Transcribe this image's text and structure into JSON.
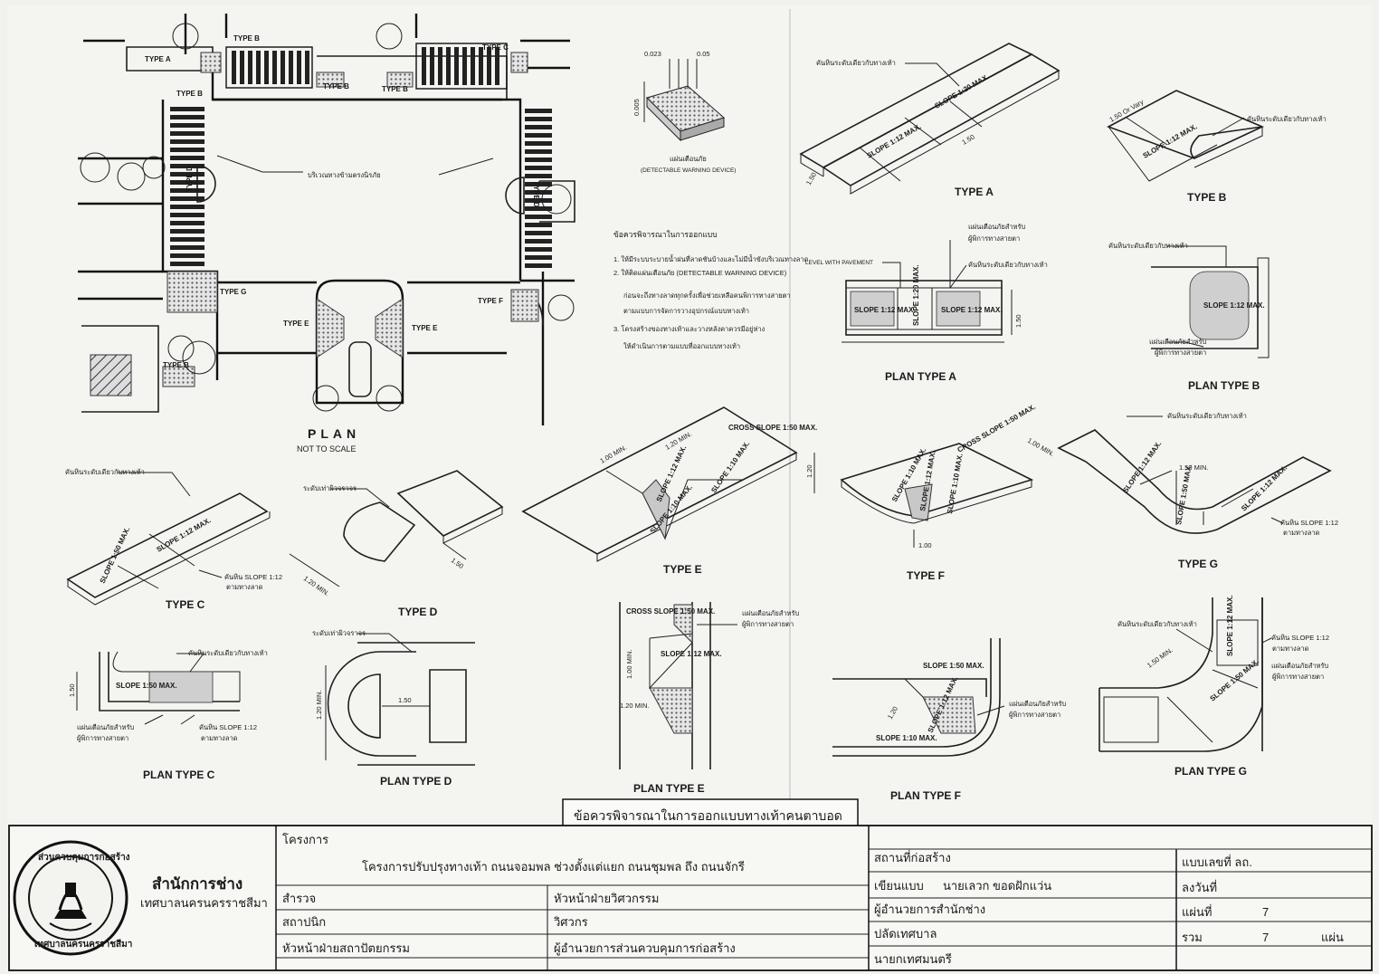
{
  "plan": {
    "title": "PLAN",
    "subtitle": "NOT TO SCALE",
    "crossing_label": "บริเวณทางข้ามตรงนิรภัย",
    "types": {
      "a": "TYPE A",
      "b": "TYPE B",
      "c": "TYPE C",
      "d": "TYPE D",
      "e": "TYPE E",
      "f": "TYPE F",
      "g": "TYPE G"
    }
  },
  "tile": {
    "dim1": "0.023",
    "dim2": "0.05",
    "dim3": "0.005",
    "caption_th": "แผ่นเตือนภัย",
    "caption_en": "(DETECTABLE WARNING DEVICE)"
  },
  "notes": {
    "heading": "ข้อควรพิจารณาในการออกแบบ",
    "items": [
      "1. ให้มีระบบระบายน้ำฝนที่ลาดชันบ้างและไม่มีน้ำขังบริเวณทางลาด",
      "2. ให้ติดแผ่นเตือนภัย (DETECTABLE WARNING DEVICE)",
      "ก่อนจะถึงทางลาดทุกครั้งเพื่อช่วยเหลือคนพิการทางสายตา",
      "ตามแบบการจัดการวางอุปกรณ์แบบทางเท้า",
      "3. โครงสร้างของทางเท้าและวางหลังคาควรมีอยู่ห่าง",
      "ให้ดำเนินการตามแบบที่ออกแบบทางเท้า"
    ]
  },
  "labels": {
    "curb_level": "คันหินระดับเดียวกับทางเท้า",
    "road_level": "ระดับเท่าผิวจราจร",
    "warning_tile": "แผ่นเตือนภัยสำหรับ",
    "warning_tile2": "ผู้พิการทางสายตา",
    "curb_slope": "คันหิน SLOPE 1:12",
    "curb_slope2": "ตามทางลาด",
    "level_with_pavement": "LEVEL WITH PAVEMENT",
    "slope_12": "SLOPE 1:12 MAX.",
    "slope_50": "SLOPE 1:50 MAX.",
    "slope_10": "SLOPE 1:10 MAX.",
    "slope_20": "SLOPE 1:20 MAX.",
    "cross_slope": "CROSS SLOPE 1:50 MAX.",
    "dim_150": "1.50",
    "dim_120": "1.20",
    "dim_100": "1.00",
    "dim_150min": "1.50 MIN.",
    "dim_120min": "1.20 MIN.",
    "dim_100min": "1.00 MIN.",
    "or_vary": "1.50 Or Vary"
  },
  "captions": {
    "type_a": "TYPE A",
    "type_b": "TYPE B",
    "type_c": "TYPE C",
    "type_d": "TYPE D",
    "type_e": "TYPE E",
    "type_f": "TYPE F",
    "type_g": "TYPE G",
    "plan_a": "PLAN TYPE A",
    "plan_b": "PLAN TYPE B",
    "plan_c": "PLAN TYPE C",
    "plan_d": "PLAN TYPE D",
    "plan_e": "PLAN TYPE E",
    "plan_f": "PLAN TYPE F",
    "plan_g": "PLAN TYPE G"
  },
  "sheet_title": "ข้อควรพิจารณาในการออกแบบทางเท้าคนตาบอด",
  "title_block": {
    "seal_text_top": "ส่วนควบคุมการก่อสร้าง",
    "seal_text_bottom": "เทศบาลนครนครราชสีมา",
    "office": "สำนักการช่าง",
    "municipality": "เทศบาลนครนครราชสีมา",
    "project_label": "โครงการ",
    "project_name": "โครงการปรับปรุงทางเท้า ถนนจอมพล ช่วงตั้งแต่แยก ถนนชุมพล ถึง ถนนจักรี",
    "survey": "สำรวจ",
    "architect": "สถาปนิก",
    "arch_head": "หัวหน้าฝ่ายสถาปัตยกรรม",
    "eng_head": "หัวหน้าฝ่ายวิศวกรรม",
    "engineer": "วิศวกร",
    "const_director": "ผู้อำนวยการส่วนควบคุมการก่อสร้าง",
    "location": "สถานที่ก่อสร้าง",
    "drawn_by_label": "เขียนแบบ",
    "drawn_by": "นายเลวก ขอดฝักแว่น",
    "office_director": "ผู้อำนวยการสำนักช่าง",
    "deputy_clerk": "ปลัดเทศบาล",
    "mayor": "นายกเทศมนตรี",
    "drawing_no": "แบบเลขที่ ลถ.",
    "date": "ลงวันที่",
    "sheet_label": "แผ่นที่",
    "sheet_no": "7",
    "total_label": "รวม",
    "total": "7",
    "sheets_unit": "แผ่น"
  }
}
